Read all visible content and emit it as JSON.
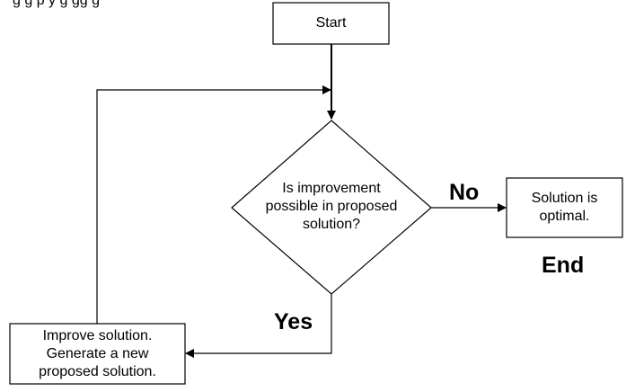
{
  "header": {
    "cut_off_text": "g      g        p         y   g         gg              g"
  },
  "nodes": {
    "start": "Start",
    "decision": "Is improvement\npossible in proposed\nsolution?",
    "optimal": "Solution is\noptimal.",
    "improve": "Improve solution.\nGenerate a new\nproposed solution."
  },
  "labels": {
    "no": "No",
    "yes": "Yes",
    "end": "End"
  },
  "colors": {
    "stroke": "#000000",
    "fill": "#ffffff"
  }
}
